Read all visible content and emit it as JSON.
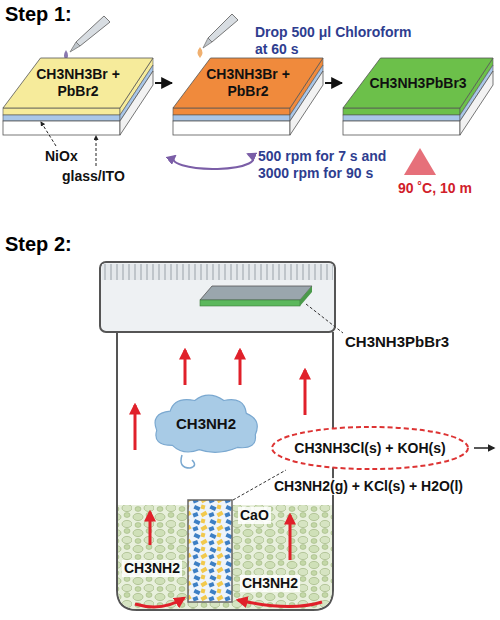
{
  "diagram": {
    "nodes": [
      {
        "text": [
          "CH3NH3Br + PbBr2"
        ]
      },
      {
        "text": [
          "CH3NH3Br + PbBr2"
        ]
      },
      {
        "text": [
          "CH3NH3PbBr3"
        ]
      },
      {
        "text": [
          "CH3NH2"
        ]
      },
      {
        "text": [
          "CH3NH3Cl(s) + KOH(s)"
        ]
      }
    ],
    "edges": [
      {
        "from": 0,
        "to": 1,
        "arrow": "to"
      },
      {
        "from": 1,
        "to": 2,
        "arrow": "to"
      }
    ],
    "labels": [
      "Step 1:",
      "Drop 500 μl Chloroform at 60 s",
      "NiOx",
      "glass/ITO",
      "500 rpm for 7 s and 3000 rpm for 90 s",
      "90 ˚C, 10 m",
      "Step 2:",
      "CH3NH3PbBr3",
      "CH3NH2(g) + KCl(s) + H2O(l)",
      "CaO",
      "CH3NH2",
      "CH3NH2"
    ]
  }
}
